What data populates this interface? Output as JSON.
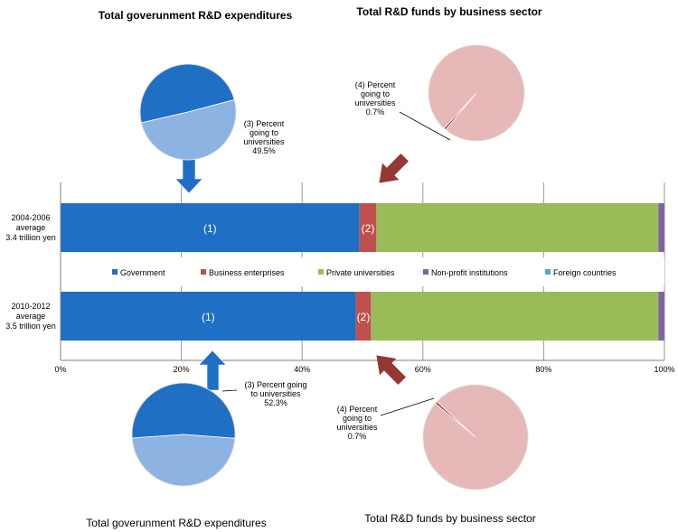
{
  "chart_data": {
    "type": "bar",
    "orientation": "horizontal-stacked-100",
    "categories": [
      "2004-2006 average 3.4 trillion yen",
      "2010-2012 average 3.5 trillion yen"
    ],
    "category_lines": [
      [
        "2004-2006",
        "average",
        "3.4 trillion yen"
      ],
      [
        "2010-2012",
        "average",
        "3.5 trillion yen"
      ]
    ],
    "series": [
      {
        "name": "Government",
        "color": "#1f6fc5",
        "values": [
          49.5,
          48.9
        ]
      },
      {
        "name": "Business enterprises",
        "color": "#c0504d",
        "values": [
          2.8,
          2.5
        ]
      },
      {
        "name": "Private universities",
        "color": "#9bbb59",
        "values": [
          46.7,
          47.6
        ]
      },
      {
        "name": "Non-profit institutions",
        "color": "#8064a2",
        "values": [
          1.0,
          1.0
        ]
      },
      {
        "name": "Foreign countries",
        "color": "#4bacc6",
        "values": [
          0.0,
          0.0
        ]
      }
    ],
    "bar_labels": [
      [
        "(1)",
        "(2)"
      ],
      [
        "(1)",
        "(2)"
      ]
    ],
    "xlim": [
      0,
      100
    ],
    "x_ticks": [
      "0%",
      "20%",
      "40%",
      "60%",
      "80%",
      "100%"
    ],
    "grid": true,
    "legend_position": "between bars",
    "pies": [
      {
        "title": "Total goverunment R&D expenditures",
        "annotation": [
          "(3) Percent",
          "going to",
          "universities",
          "49.5%"
        ],
        "slices": [
          49.5,
          50.5
        ],
        "colors": [
          "#1f6fc5",
          "#8db3e2"
        ]
      },
      {
        "title": "Total R&D funds by business sector",
        "annotation": [
          "(4) Percent",
          "going to",
          "universities",
          "0.7%"
        ],
        "slices": [
          0.7,
          99.3
        ],
        "colors": [
          "#8b2323",
          "#e6b8b7"
        ]
      },
      {
        "title": "Total goverunment R&D expenditures",
        "annotation": [
          "(3) Percent going",
          "to universities",
          "52.3%"
        ],
        "slices": [
          52.3,
          47.7
        ],
        "colors": [
          "#1f6fc5",
          "#8db3e2"
        ]
      },
      {
        "title": "Total R&D funds by business sector",
        "annotation": [
          "(4) Percent",
          "going to",
          "universities",
          "0.7%"
        ],
        "slices": [
          0.7,
          99.3
        ],
        "colors": [
          "#8b2323",
          "#e6b8b7"
        ]
      }
    ]
  }
}
